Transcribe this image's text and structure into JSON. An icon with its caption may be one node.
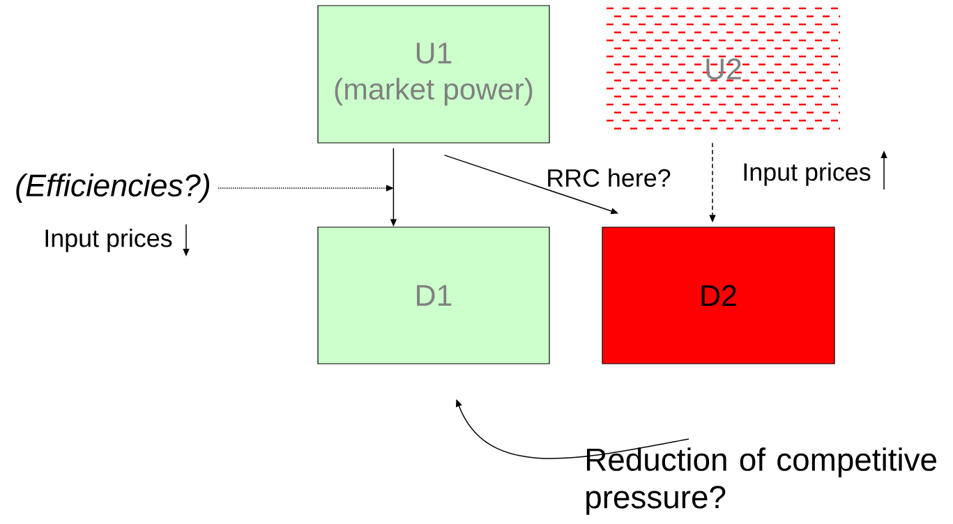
{
  "diagram": {
    "nodes": [
      {
        "text": [
          "U1",
          "(market power)"
        ]
      },
      {
        "text": [
          "U2"
        ]
      },
      {
        "text": [
          "D1"
        ]
      },
      {
        "text": [
          "D2"
        ]
      },
      {
        "text": [
          "(Efficiencies?)"
        ]
      },
      {
        "text": [
          "Reduction of competitive pressure?"
        ]
      }
    ],
    "edges": [
      {
        "from": 0,
        "to": 2,
        "arrow": "to"
      },
      {
        "from": 0,
        "to": 3,
        "arrow": "to",
        "label": "RRC here?"
      },
      {
        "from": 1,
        "to": 3,
        "arrow": "to",
        "style": "dashed"
      },
      {
        "from": 4,
        "to": null,
        "arrow": "to",
        "style": "dashed"
      },
      {
        "from": 5,
        "to": 2,
        "arrow": "to"
      }
    ],
    "labels": [
      "Input prices",
      "Input prices"
    ]
  }
}
